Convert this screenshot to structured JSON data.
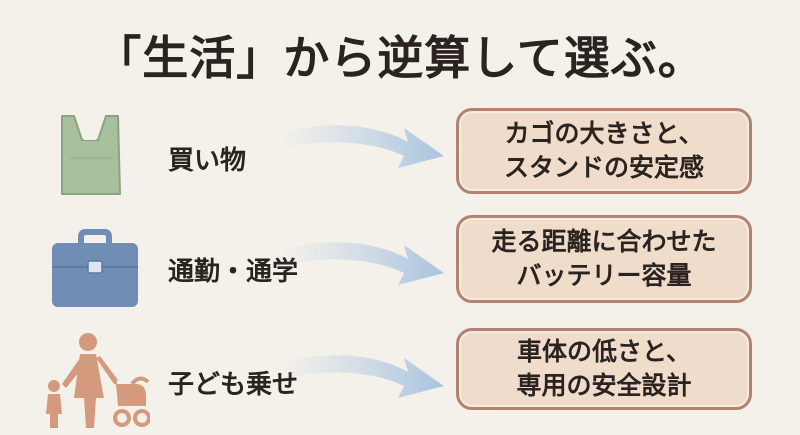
{
  "title": "「生活」から逆算して選ぶ。",
  "rows": [
    {
      "icon": "shopping-bag-icon",
      "label": "買い物",
      "result_line1": "カゴの大きさと、",
      "result_line2": "スタンドの安定感"
    },
    {
      "icon": "briefcase-icon",
      "label": "通勤・通学",
      "result_line1": "走る距離に合わせた",
      "result_line2": "バッテリー容量"
    },
    {
      "icon": "parent-child-stroller-icon",
      "label": "子ども乗せ",
      "result_line1": "車体の低さと、",
      "result_line2": "専用の安全設計"
    }
  ],
  "colors": {
    "background": "#f4f1ea",
    "box_fill": "#f0dccb",
    "box_border": "#b28470",
    "bag": "#a9c09c",
    "briefcase": "#6f8db5",
    "people": "#d49a7e",
    "arrow": "#b7cde4"
  }
}
